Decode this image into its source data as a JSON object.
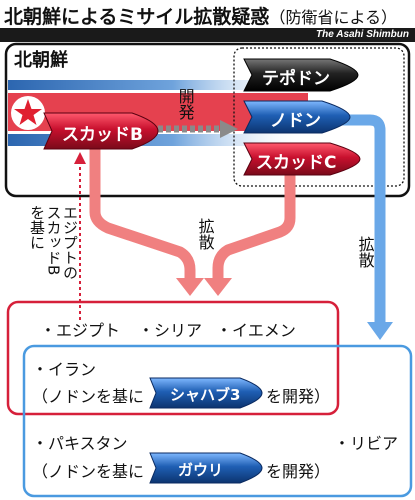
{
  "title": {
    "main": "北朝鮮によるミサイル拡散疑惑",
    "source": "（防衛省による）"
  },
  "credit": "The Asahi Shimbun",
  "north_korea": {
    "label": "北朝鮮",
    "flag_icon": "north-korea-flag-icon"
  },
  "missiles": {
    "scud_b": "スカッドB",
    "taepodong": "テポドン",
    "nodong": "ノドン",
    "scud_c": "スカッドC"
  },
  "arrows": {
    "development": "開発",
    "proliferation_center": "拡散",
    "proliferation_right": "拡散",
    "egypt_note": "エジプトのスカッドBを基に"
  },
  "countries": {
    "egypt": "・エジプト",
    "syria": "・シリア",
    "yemen": "・イエメン",
    "iran": "・イラン",
    "iran_note_prefix": "（ノドンを基に",
    "iran_missile": "シャハブ3",
    "iran_note_suffix": "を開発）",
    "pakistan": "・パキスタン",
    "libya": "・リビア",
    "pakistan_note_prefix": "（ノドンを基に",
    "pakistan_missile": "ガウリ",
    "pakistan_note_suffix": "を開発）"
  },
  "colors": {
    "scud": "#c8102e",
    "nodong": "#1f5fb4",
    "taepodong": "#1a1a1a",
    "red_arrow": "#f08080",
    "blue_arrow": "#6aa8e8",
    "red_border": "#d6203a",
    "blue_border": "#4a9ae0",
    "nk_band": "#3a78c0"
  }
}
